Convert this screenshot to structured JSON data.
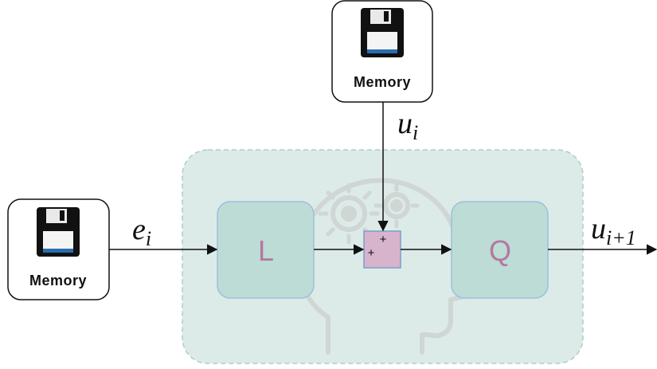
{
  "memory_top": {
    "label": "Memory"
  },
  "memory_left": {
    "label": "Memory"
  },
  "blocks": {
    "l": {
      "label": "L"
    },
    "q": {
      "label": "Q"
    }
  },
  "summing_junction": {
    "sign_top": "+",
    "sign_left": "+"
  },
  "signals": {
    "input": {
      "base": "e",
      "subscript": "i"
    },
    "feedback": {
      "base": "u",
      "subscript": "i"
    },
    "output": {
      "base": "u",
      "subscript": "i+1"
    }
  },
  "colors": {
    "region_fill": "#dcebe8",
    "region_stroke": "#a9cfc7",
    "block_fill": "#bcdcd5",
    "block_stroke": "#9cc0dc",
    "block_text": "#b5779f",
    "junction_fill": "#d8b3cc",
    "junction_stroke": "#7a9fc6",
    "head_icon": "#cfd6d4",
    "floppy_body": "#111111",
    "floppy_stripe": "#2a6db0"
  },
  "icons": {
    "memory": "floppy-disk-icon",
    "background": "head-gears-icon"
  }
}
